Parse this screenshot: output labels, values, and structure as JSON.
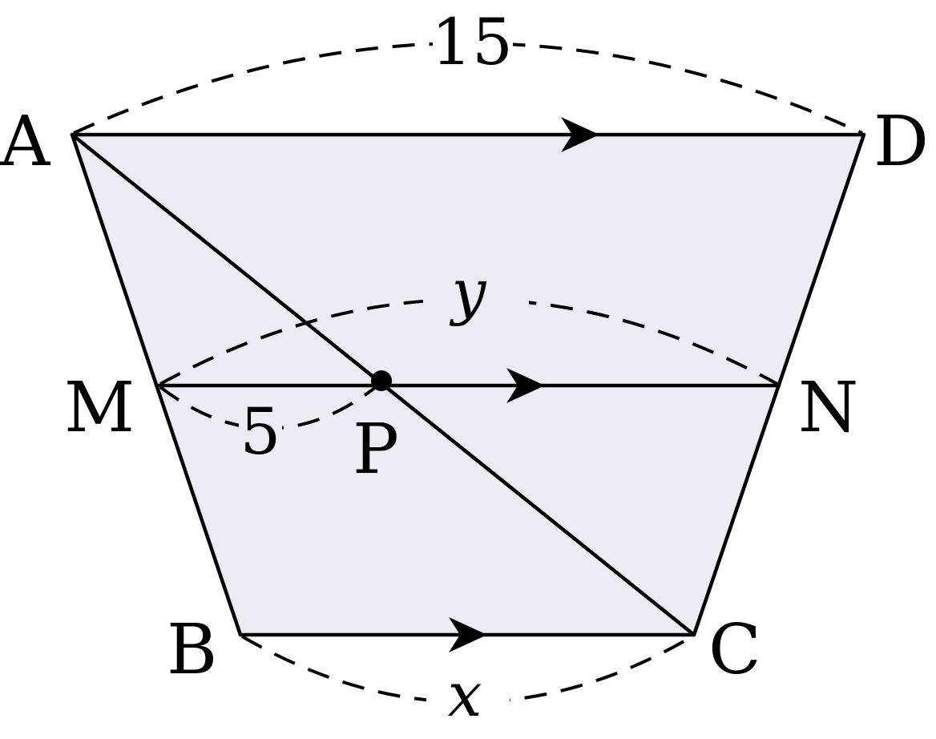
{
  "diagram": {
    "fill_color": "#efebf4",
    "stroke_color": "#000000",
    "points": {
      "A": "A",
      "B": "B",
      "C": "C",
      "D": "D",
      "M": "M",
      "N": "N",
      "P": "P"
    },
    "measures": {
      "AD": "15",
      "MP": "5",
      "MN": "y",
      "BC": "x"
    }
  }
}
